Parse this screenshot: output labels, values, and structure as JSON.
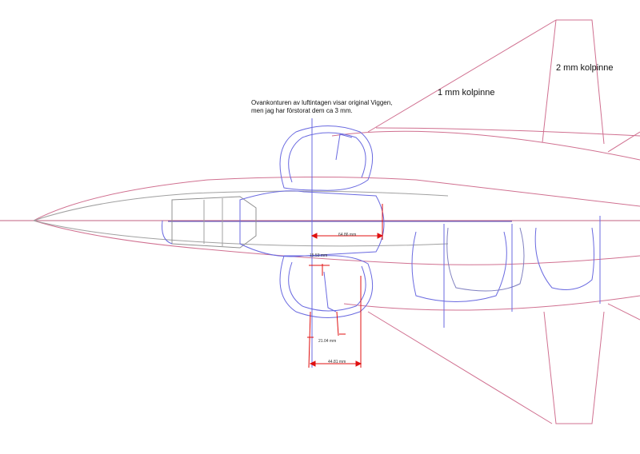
{
  "annotations": {
    "note_line1": "Ovankonturen av luftintagen visar original Viggen,",
    "note_line2": "men jag har förstorat  dem  ca 3 mm.",
    "label_1mm": "1 mm kolpinne",
    "label_2mm": "2 mm kolpinne"
  },
  "dimensions": {
    "intake_length": "64.86 mm",
    "gap_width": "15.53 mm",
    "offset_width": "21.04 mm",
    "intake_width": "44.81 mm"
  },
  "colors": {
    "red": "#e01010",
    "blue": "#6a6ae0",
    "pink": "#d07090",
    "gray": "#909090"
  }
}
